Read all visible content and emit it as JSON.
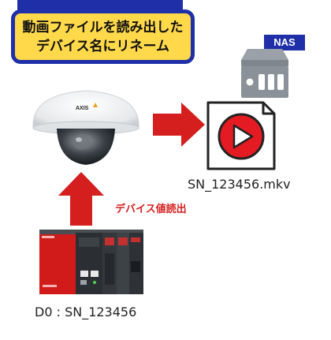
{
  "title": {
    "line1": "動画ファイルを読み出した",
    "line2": "デバイス名にリネーム"
  },
  "nas": {
    "label": "NAS"
  },
  "camera": {
    "brand": "AXIS"
  },
  "file": {
    "name": "SN_123456.mkv"
  },
  "flow": {
    "read_label": "デバイス値読出"
  },
  "plc": {
    "device_value": "D0 : SN_123456"
  },
  "colors": {
    "navy": "#1f2fa8",
    "yellow": "#ffd94a",
    "arrow_red": "#d51f1f",
    "nas_gray": "#8a9198",
    "play_red": "#e51b23"
  }
}
